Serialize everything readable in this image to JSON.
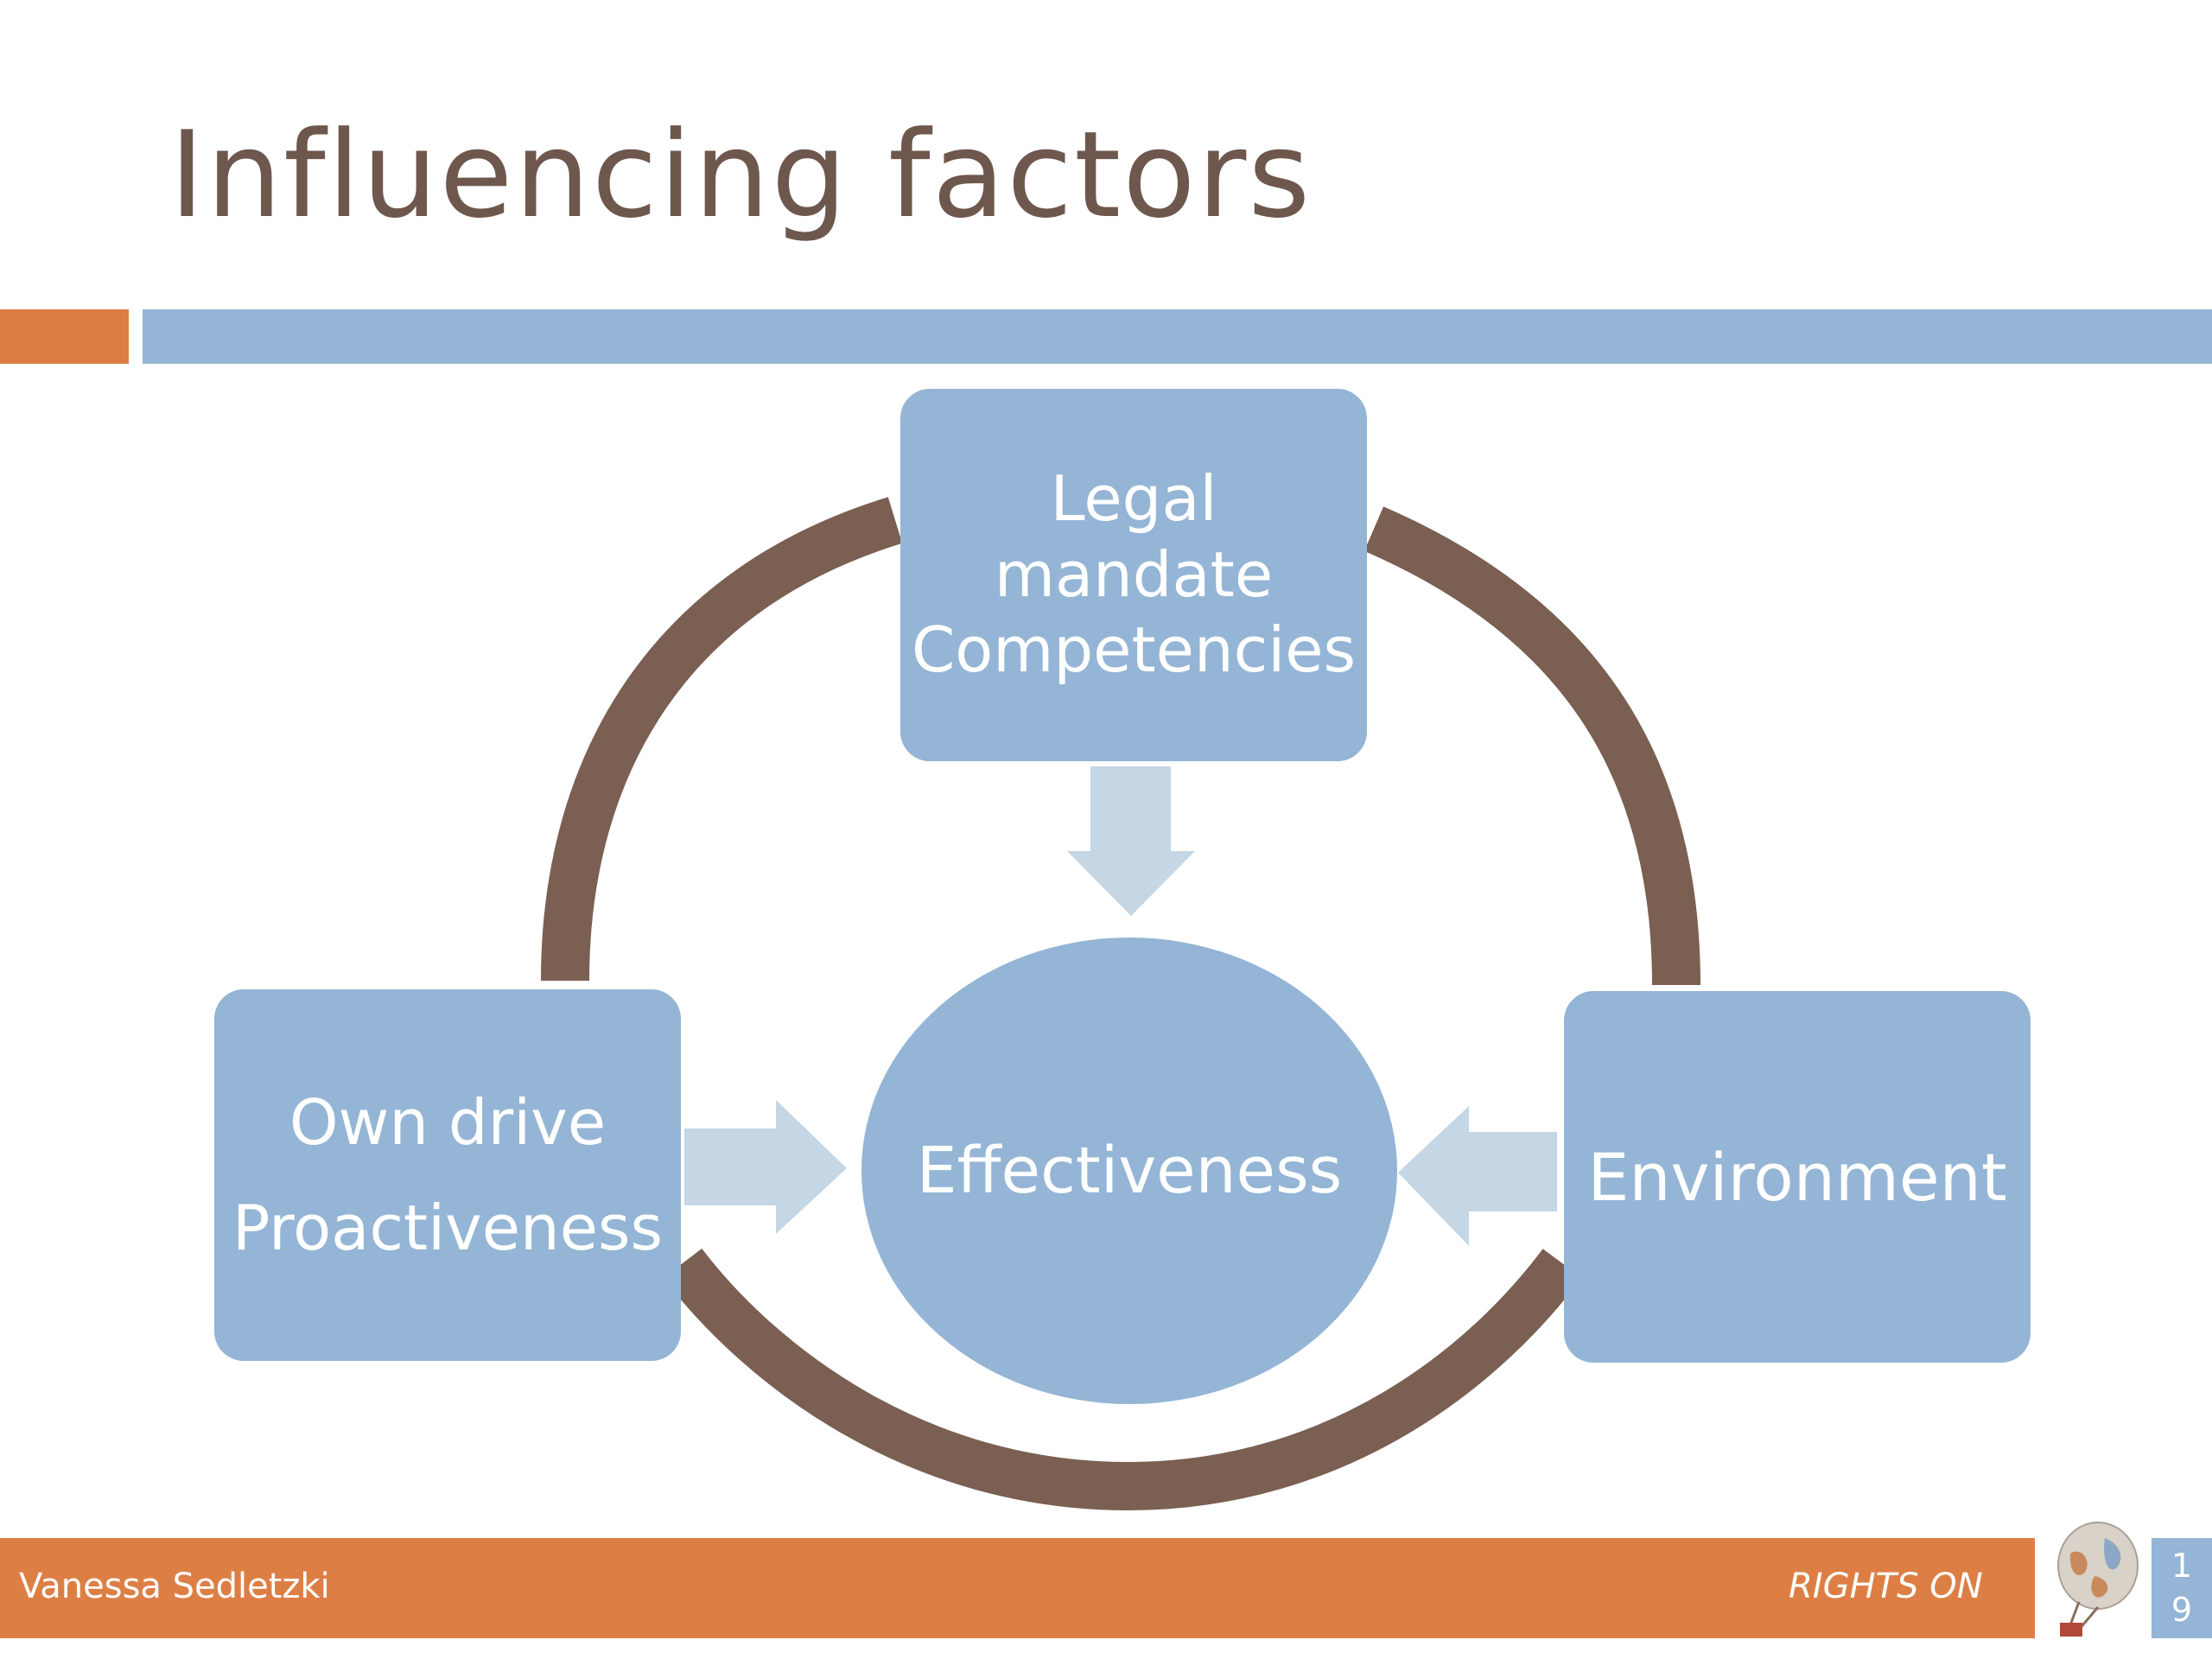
{
  "slide": {
    "title": "Influencing factors",
    "footer_author": "Vanessa Sedletzki",
    "footer_right": "RIGHTS ON",
    "slide_number": "1\n9"
  },
  "diagram": {
    "center": "Effectiveness",
    "top_box": {
      "line1": "Legal",
      "line2": "mandate",
      "line3": "Competencies"
    },
    "left_box": {
      "line1": "Own drive",
      "line2": "Proactiveness"
    },
    "right_box": {
      "line1": "Environment"
    }
  },
  "colors": {
    "box": "#94b5d5",
    "ring": "#7a5f52",
    "arrow": "#c5d6e4",
    "accent_orange": "#dd7f45",
    "title_text": "#6e574d"
  }
}
